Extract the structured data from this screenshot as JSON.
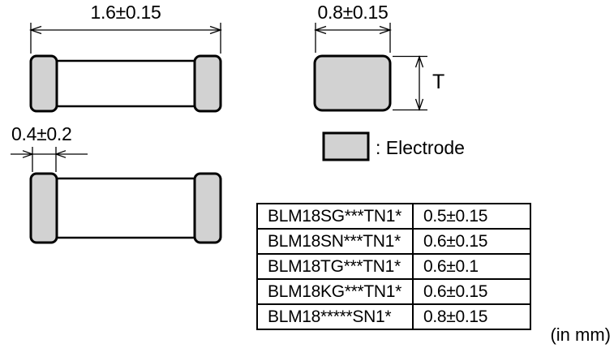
{
  "colors": {
    "electrode_fill": "#d2d2d2",
    "line": "#000000",
    "background": "#ffffff"
  },
  "views": {
    "top_view": {
      "length_dim": "1.6±0.15"
    },
    "side_view": {
      "electrode_width_dim": "0.4±0.2"
    },
    "end_view": {
      "width_dim": "0.8±0.15",
      "thickness_dim_label": "T"
    }
  },
  "legend": {
    "label": ": Electrode"
  },
  "thickness_table": {
    "rows": [
      {
        "part_number": "BLM18SG***TN1*",
        "thickness": "0.5±0.15"
      },
      {
        "part_number": "BLM18SN***TN1*",
        "thickness": "0.6±0.15"
      },
      {
        "part_number": "BLM18TG***TN1*",
        "thickness": "0.6±0.1"
      },
      {
        "part_number": "BLM18KG***TN1*",
        "thickness": "0.6±0.15"
      },
      {
        "part_number": "BLM18*****SN1*",
        "thickness": "0.8±0.15"
      }
    ]
  },
  "unit_note": "(in mm)"
}
